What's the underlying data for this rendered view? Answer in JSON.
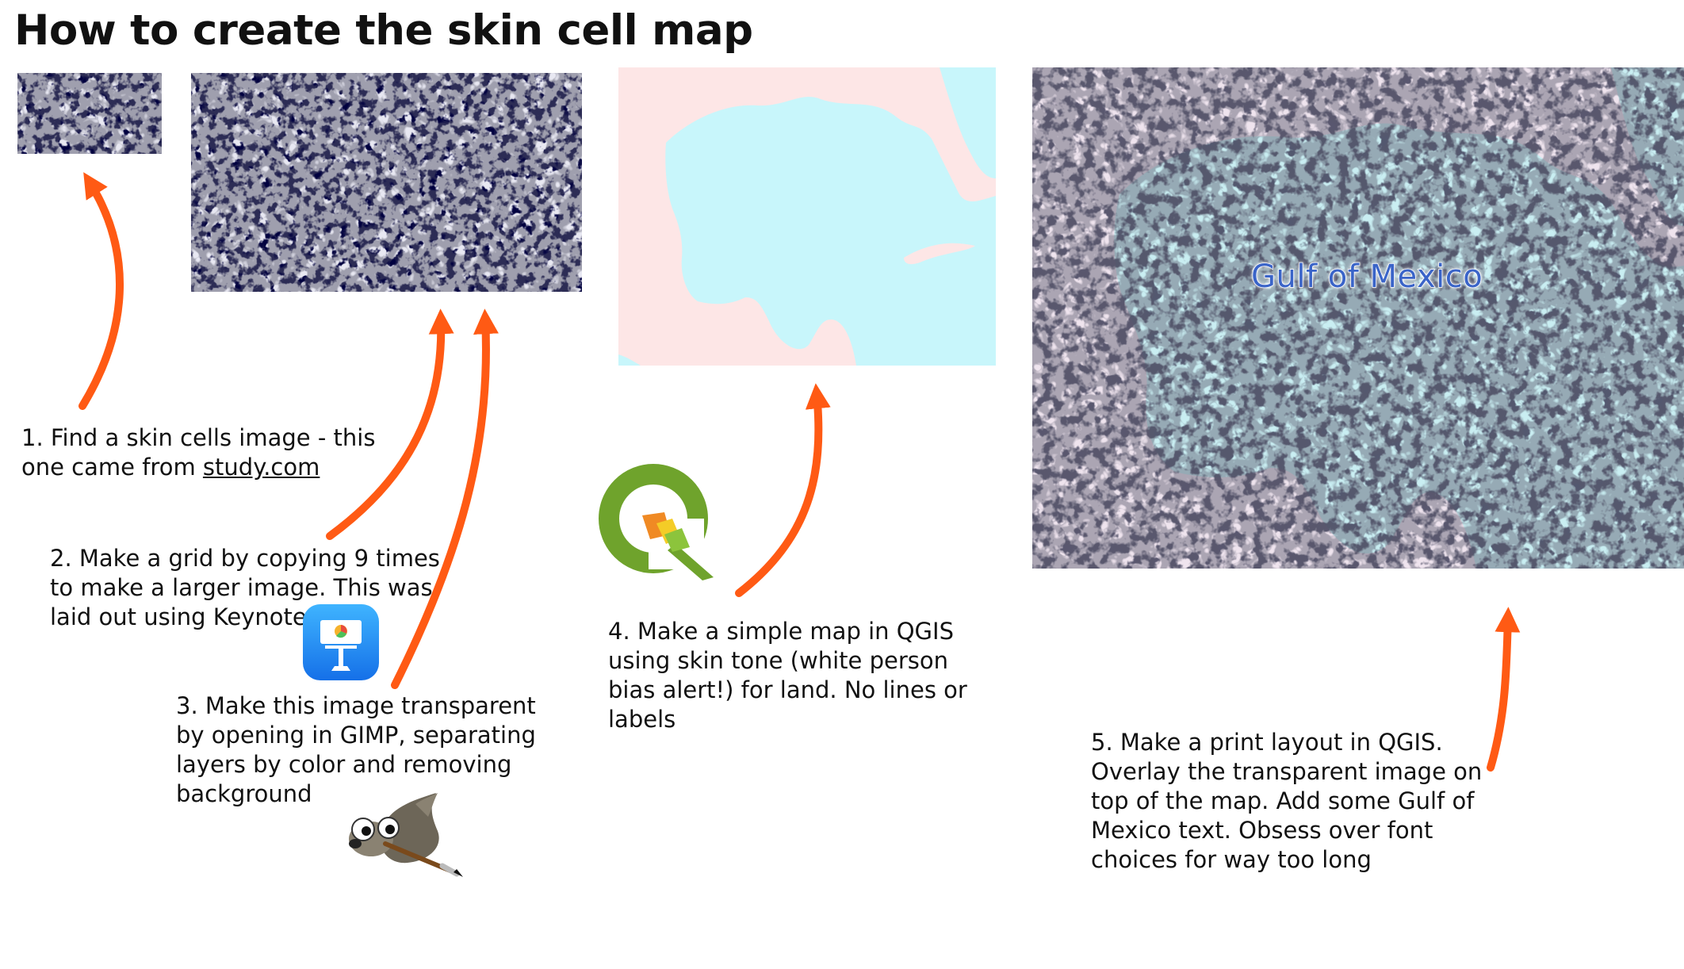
{
  "title": "How to create the skin cell map",
  "steps": {
    "s1": {
      "line1": "1. Find a skin cells image - this",
      "line2_pre": "one came from ",
      "line2_link": "study.com"
    },
    "s2": {
      "line1": "2. Make a grid by copying 9 times",
      "line2": "to make a larger image. This was",
      "line3": "laid out using Keynote"
    },
    "s3": {
      "line1": "3. Make this image transparent",
      "line2": "by opening in GIMP, separating",
      "line3": "layers by color and removing",
      "line4": "background"
    },
    "s4": {
      "line1": "4. Make a simple map in QGIS",
      "line2": "using skin tone (white person",
      "line3": "bias alert!) for land. No lines or",
      "line4": "labels"
    },
    "s5": {
      "line1": "5. Make a print layout in QGIS.",
      "line2": "Overlay the transparent image on",
      "line3": "top of the map. Add some Gulf of",
      "line4": "Mexico text. Obsess over font",
      "line5": "choices for way too long"
    }
  },
  "map_label": "Gulf of Mexico",
  "icons": {
    "keynote": "keynote-app-icon",
    "qgis": "qgis-logo-icon",
    "gimp": "gimp-wilber-icon"
  },
  "colors": {
    "arrow": "#ff5a14",
    "land": "#fde6e6",
    "water": "#c8f6fb",
    "cells_dark": "#141420",
    "cells_light": "#e8e8f2",
    "qgis_green": "#6fa32c",
    "keynote_blue": "#1e88f0",
    "map_label": "#3a64c8"
  }
}
